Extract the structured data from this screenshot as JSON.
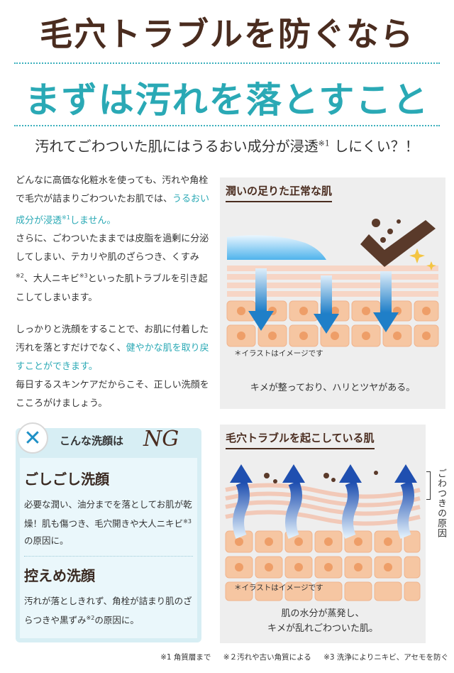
{
  "header": {
    "title": "毛穴トラブルを防ぐなら",
    "title2": "まずは汚れを落とすこと",
    "subtitle_a": "汚れてごわついた肌にはうるおい成分が浸透",
    "subtitle_sup": "※1",
    "subtitle_b": "しにくい？！"
  },
  "intro": {
    "p1_a": "どんなに高価な化粧水を使っても、汚れや角栓で毛穴が詰まりごわついたお肌では、",
    "p1_hl": "うるおい成分が浸透",
    "p1_hl_sup": "※1",
    "p1_hl_b": "しません。",
    "p1_b": "さらに、ごわついたままでは皮脂を過剰に分泌してしまい、テカリや肌のざらつき、くすみ",
    "p1_sup2": "※2",
    "p1_c": "、大人ニキビ",
    "p1_sup3": "※3",
    "p1_d": "といった肌トラブルを引き起こしてしまいます。",
    "p2_a": "しっかりと洗顔をすることで、お肌に付着した汚れを落とすだけでなく、",
    "p2_hl": "健やかな肌を取り戻すことができます。",
    "p2_b": "毎日するスキンケアだからこそ、正しい洗顔をこころがけましょう。"
  },
  "panel_normal": {
    "title": "潤いの足りた正常な肌",
    "note": "＊イラストはイメージです",
    "caption": "キメが整っており、ハリとツヤがある。"
  },
  "panel_trouble": {
    "title": "毛穴トラブルを起こしている肌",
    "note": "＊イラストはイメージです",
    "side_label": "ごわつきの原因",
    "caption_line1": "肌の水分が蒸発し、",
    "caption_line2": "キメが乱れごわついた肌。"
  },
  "ng": {
    "label": "こんな洗顔は",
    "ng_word": "NG",
    "item1_title": "ごしごし洗顔",
    "item1_text_a": "必要な潤い、油分までを落としてお肌が乾燥！肌も傷つき、毛穴開きや大人ニキビ",
    "item1_sup": "※3",
    "item1_text_b": "の原因に。",
    "item2_title": "控えめ洗顔",
    "item2_text_a": "汚れが落としきれず、角栓が詰まり肌のざらつきや黒ずみ",
    "item2_sup": "※2",
    "item2_text_b": "の原因に。"
  },
  "footnotes": [
    "※1 角質層まで",
    "※２汚れや古い角質による",
    "※3 洗浄によりニキビ、アセモを防ぐ"
  ],
  "colors": {
    "brown": "#4a2c1f",
    "teal": "#2aa9b5",
    "arrow_blue": "#1f7fc8",
    "cell_fill": "#f6c6a2",
    "cell_nucleus": "#ee9e68"
  },
  "icons": {
    "ng_mark": "x-mark-icon"
  }
}
